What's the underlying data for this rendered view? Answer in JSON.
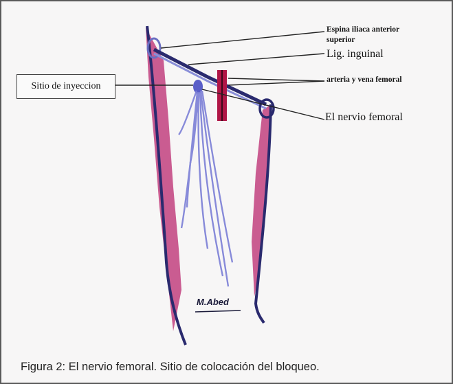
{
  "labels": {
    "espina_line1": "Espina iliaca anterior",
    "espina_line2": "superior",
    "ligamento": "Lig. inguinal",
    "vasos": "arteria y vena femoral",
    "nervio": "El nervio femoral",
    "injection_site": "Sitio de inyeccion"
  },
  "signature": "M.Abed",
  "caption": "Figura 2: El nervio femoral. Sitio de colocación del bloqueo.",
  "colors": {
    "frame_border": "#5a5a5a",
    "muscle_magenta": "#c2417f",
    "nerve_blue": "#7b7fd6",
    "outline_navy": "#2a2a6e",
    "artery_red": "#b01646"
  }
}
